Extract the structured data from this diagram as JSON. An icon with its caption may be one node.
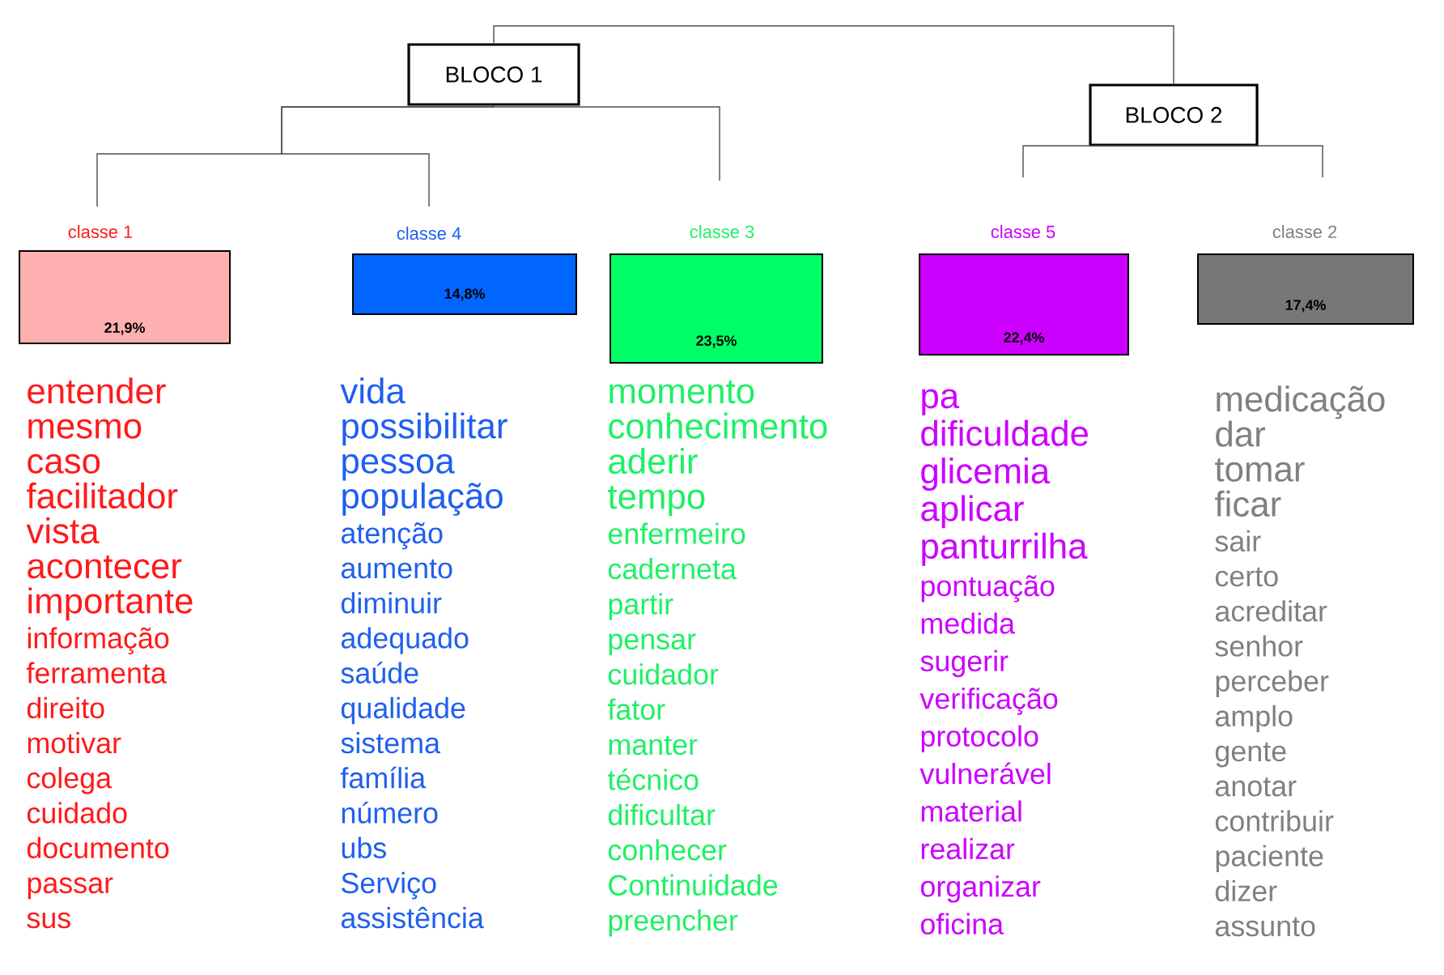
{
  "diagram": {
    "nodes": [
      {
        "text": [
          "BLOCO 1"
        ]
      },
      {
        "text": [
          "BLOCO 2"
        ]
      },
      {
        "text": [
          "classe 1",
          "21,9%"
        ],
        "beside": [
          "entender",
          "mesmo",
          "caso",
          "facilitador",
          "vista",
          "acontecer",
          "importante",
          "informação",
          "ferramenta",
          "direito",
          "motivar",
          "colega",
          "cuidado",
          "documento",
          "passar",
          "sus"
        ]
      },
      {
        "text": [
          "classe 4",
          "14,8%"
        ],
        "beside": [
          "vida",
          "possibilitar",
          "pessoa",
          "população",
          "atenção",
          "aumento",
          "diminuir",
          "adequado",
          "saúde",
          "qualidade",
          "sistema",
          "família",
          "número",
          "ubs",
          "Serviço",
          "assistência"
        ]
      },
      {
        "text": [
          "classe 3",
          "23,5%"
        ],
        "beside": [
          "momento",
          "conhecimento",
          "aderir",
          "tempo",
          "enfermeiro",
          "caderneta",
          "partir",
          "pensar",
          "cuidador",
          "fator",
          "manter",
          "técnico",
          "dificultar",
          "conhecer",
          "Continuidade",
          "preencher"
        ]
      },
      {
        "text": [
          "classe 5",
          "22,4%"
        ],
        "beside": [
          "pa",
          "dificuldade",
          "glicemia",
          "aplicar",
          "panturrilha",
          "pontuação",
          "medida",
          "sugerir",
          "verificação",
          "protocolo",
          "vulnerável",
          "material",
          "realizar",
          "organizar",
          "oficina"
        ]
      },
      {
        "text": [
          "classe 2",
          "17,4%"
        ],
        "beside": [
          "medicação",
          "dar",
          "tomar",
          "ficar",
          "sair",
          "certo",
          "acreditar",
          "senhor",
          "perceber",
          "amplo",
          "gente",
          "anotar",
          "contribuir",
          "paciente",
          "dizer",
          "assunto"
        ]
      }
    ],
    "edges": [
      {
        "from": 0,
        "to": 1,
        "arrow": "none"
      },
      {
        "from": 0,
        "to": 2,
        "arrow": "none"
      },
      {
        "from": 0,
        "to": 3,
        "arrow": "none"
      },
      {
        "from": 0,
        "to": 4,
        "arrow": "none"
      },
      {
        "from": 1,
        "to": 5,
        "arrow": "none"
      },
      {
        "from": 1,
        "to": 6,
        "arrow": "none"
      }
    ]
  }
}
